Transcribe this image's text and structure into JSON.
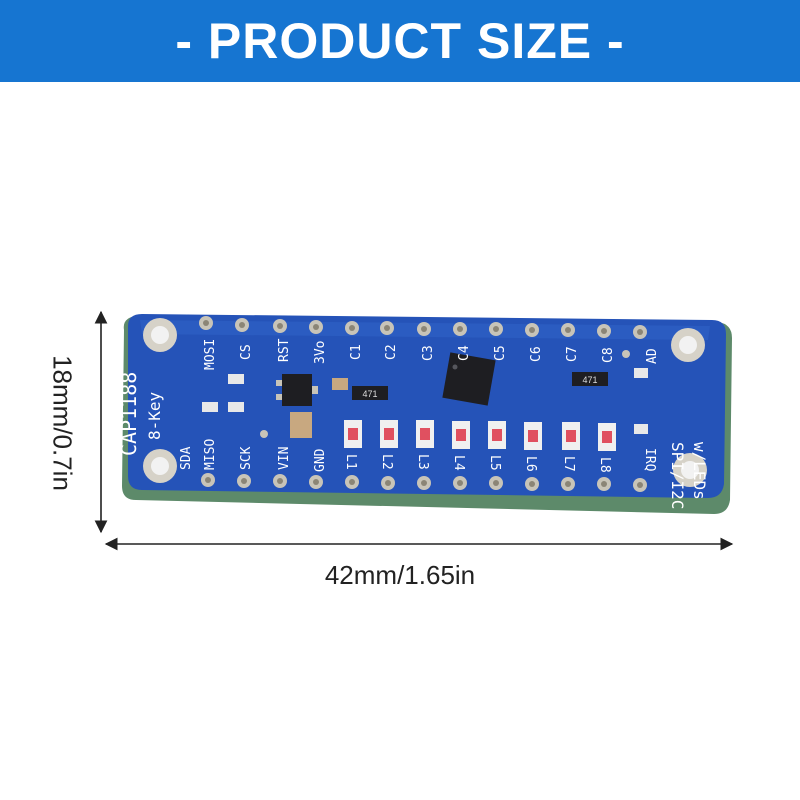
{
  "banner": {
    "title": "- PRODUCT SIZE -"
  },
  "colors": {
    "banner": "#1675d1",
    "pcb": "#2553b8",
    "pcb_edge": "#5d8a6a",
    "pad": "#c8c4b8",
    "chip": "#1e1e22",
    "dimension_line": "#222222"
  },
  "board": {
    "title": "CAP1188",
    "subtitle": "8-Key",
    "interface": "SPI/I2C",
    "feature": "w/LEDs",
    "top_pins": [
      "MOSI",
      "CS",
      "RST",
      "3Vo",
      "C1",
      "C2",
      "C3",
      "C4",
      "C5",
      "C6",
      "C7",
      "C8",
      "AD"
    ],
    "bottom_pins": [
      "SDA",
      "MISO",
      "SCK",
      "VIN",
      "GND",
      "L1",
      "L2",
      "L3",
      "L4",
      "L5",
      "L6",
      "L7",
      "L8",
      "IRQ"
    ],
    "resistor_label": "471"
  },
  "dimensions": {
    "width": "42mm/1.65in",
    "height": "18mm/0.7in"
  }
}
